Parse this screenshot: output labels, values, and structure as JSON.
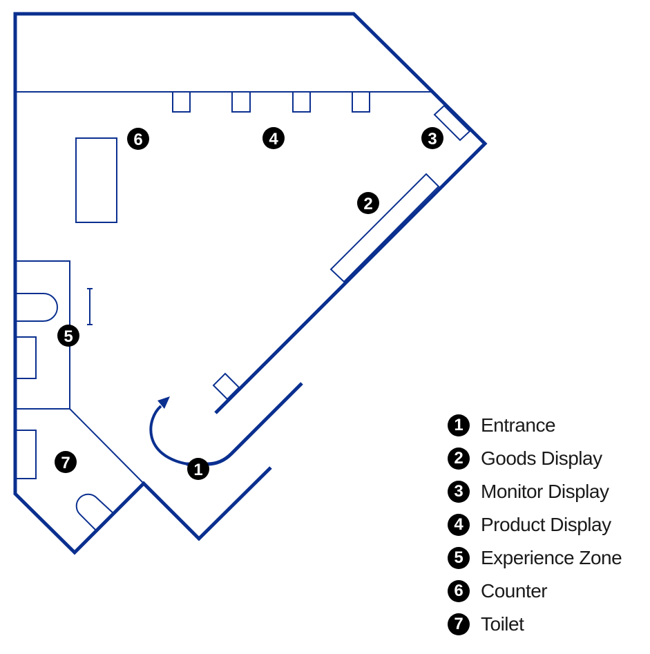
{
  "colors": {
    "wall": "#0a2f8f",
    "marker": "#000000",
    "marker_text": "#ffffff"
  },
  "markers": [
    "1",
    "2",
    "3",
    "4",
    "5",
    "6",
    "7"
  ],
  "legend": [
    {
      "num": "1",
      "label": "Entrance"
    },
    {
      "num": "2",
      "label": "Goods Display"
    },
    {
      "num": "3",
      "label": "Monitor Display"
    },
    {
      "num": "4",
      "label": "Product Display"
    },
    {
      "num": "5",
      "label": "Experience Zone"
    },
    {
      "num": "6",
      "label": "Counter"
    },
    {
      "num": "7",
      "label": "Toilet"
    }
  ]
}
